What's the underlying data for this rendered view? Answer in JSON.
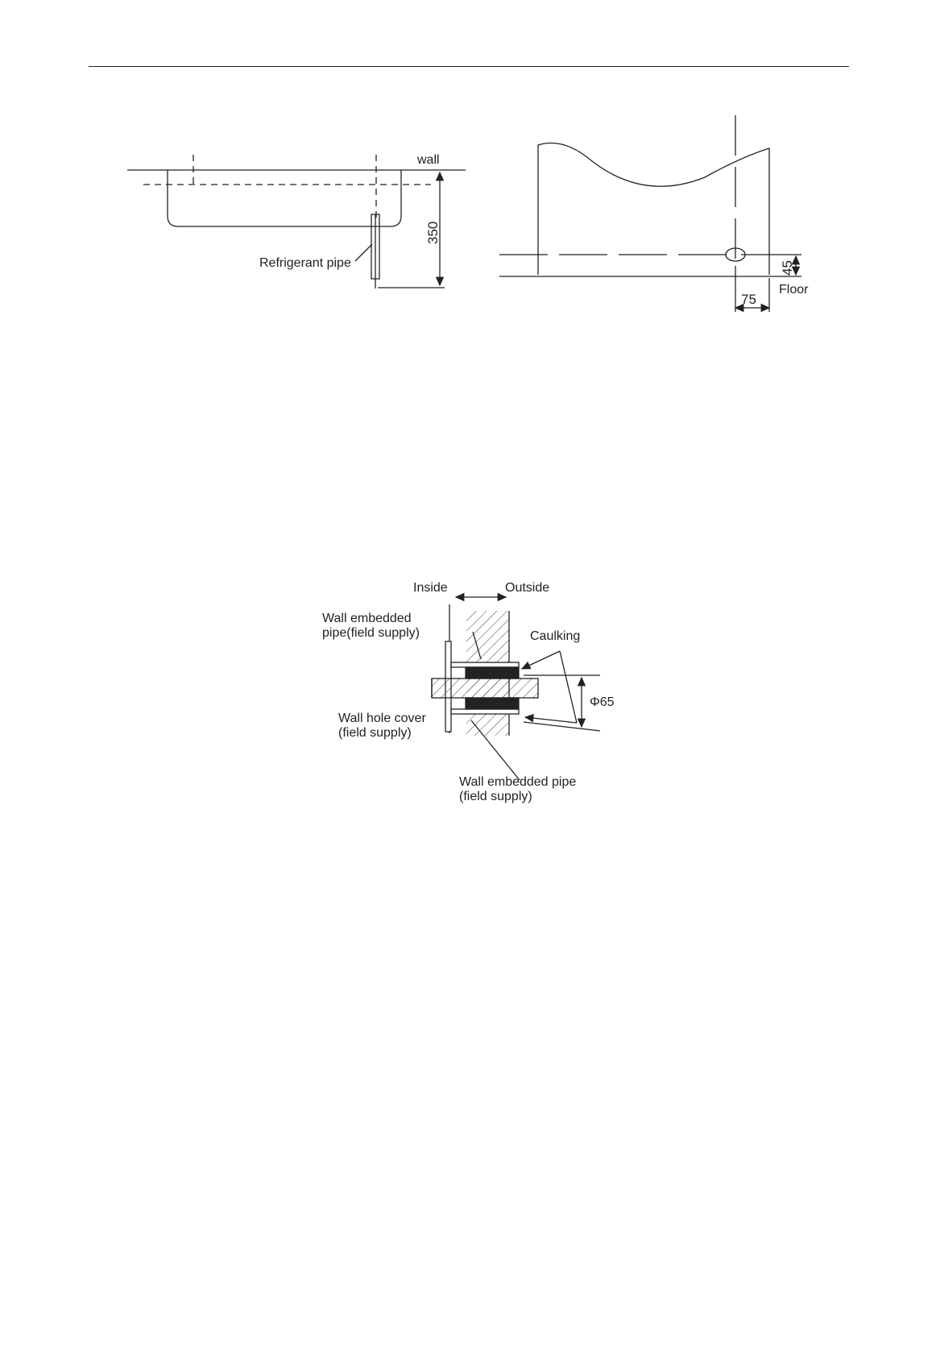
{
  "top_left_diagram": {
    "wall_label": "wall",
    "pipe_label": "Refrigerant pipe",
    "height_dim": "350"
  },
  "top_right_diagram": {
    "height_dim": "45",
    "floor_label": "Floor",
    "width_dim": "75"
  },
  "wall_section_diagram": {
    "inside_label": "Inside",
    "outside_label": "Outside",
    "embedded_pipe_line1": "Wall embedded",
    "embedded_pipe_line2": "pipe(field supply)",
    "caulking_label": "Caulking",
    "diameter_label": "Φ65",
    "cover_line1": "Wall hole cover",
    "cover_line2": "(field supply)",
    "embedded_pipe_bottom_line1": "Wall embedded pipe",
    "embedded_pipe_bottom_line2": "(field supply)"
  }
}
